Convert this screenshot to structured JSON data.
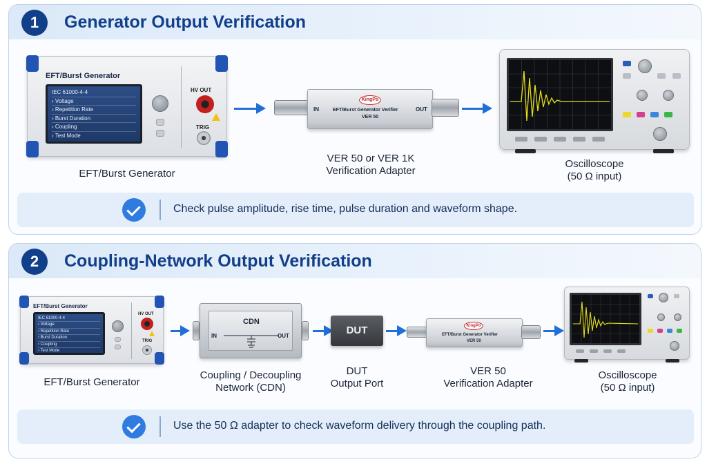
{
  "colors": {
    "accent": "#1f6fd6",
    "title": "#123f8a",
    "panel_border": "#bcd3ec",
    "note_bg": "#e4eefa",
    "warning": "#f4c20d",
    "trace": "#e5e01c"
  },
  "icons": [
    "check-circle-icon",
    "arrow-right-icon",
    "warning-triangle-icon"
  ],
  "section1": {
    "number": "1",
    "title": "Generator Output Verification",
    "generator": {
      "brand": "EFT/Burst Generator",
      "screen_title": "IEC 61000-4-4",
      "menu": [
        "› Voltage",
        "› Repetition Rate",
        "› Burst Duration",
        "› Coupling",
        "› Test Mode"
      ],
      "hv_label": "HV OUT",
      "trig_label": "TRIG",
      "label": "EFT/Burst Generator"
    },
    "verifier": {
      "logo": "KingPo",
      "in": "IN",
      "out": "OUT",
      "line1": "EFT/Burst Generator Verifier",
      "line2": "VER 50",
      "label_line1": "VER 50 or VER 1K",
      "label_line2": "Verification Adapter"
    },
    "scope": {
      "label_line1": "Oscilloscope",
      "label_line2": "(50 Ω input)"
    },
    "note": "Check pulse amplitude, rise time, pulse duration and waveform shape."
  },
  "section2": {
    "number": "2",
    "title": "Coupling-Network Output Verification",
    "generator": {
      "brand": "EFT/Burst Generator",
      "screen_title": "IEC 61000-4-4",
      "menu": [
        "› Voltage",
        "› Repetition Rate",
        "› Burst Duration",
        "› Coupling",
        "› Test Mode"
      ],
      "hv_label": "HV OUT",
      "trig_label": "TRIG",
      "label": "EFT/Burst Generator"
    },
    "cdn": {
      "title": "CDN",
      "in": "IN",
      "out": "OUT",
      "label_line1": "Coupling / Decoupling",
      "label_line2": "Network (CDN)"
    },
    "dut": {
      "box": "DUT",
      "label_line1": "DUT",
      "label_line2": "Output Port"
    },
    "verifier": {
      "logo": "KingPo",
      "line1": "EFT/Burst Generator Verifier",
      "line2": "VER 50",
      "label_line1": "VER 50",
      "label_line2": "Verification Adapter"
    },
    "scope": {
      "label_line1": "Oscilloscope",
      "label_line2": "(50 Ω input)"
    },
    "note": "Use the 50 Ω adapter to check waveform delivery through the coupling path."
  }
}
